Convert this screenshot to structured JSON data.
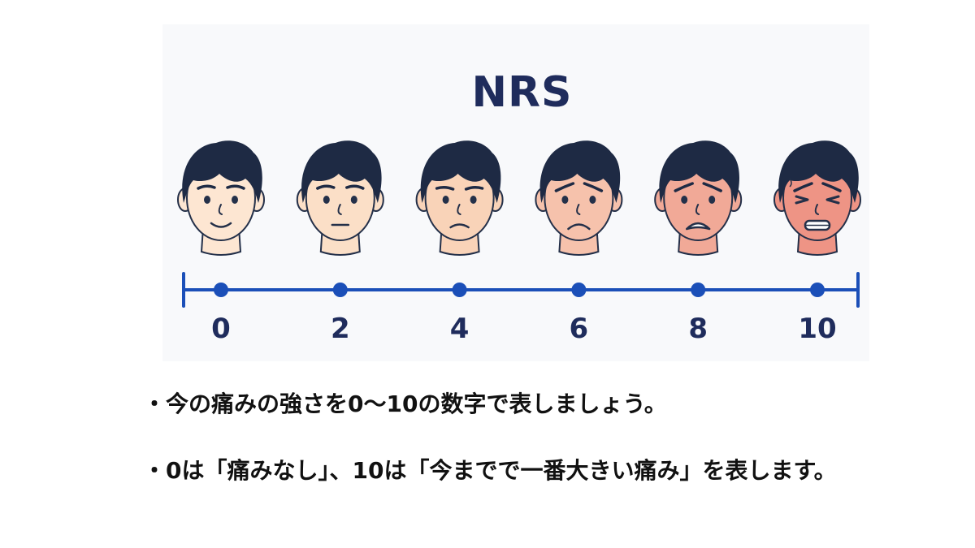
{
  "title": "NRS",
  "scale": {
    "min": 0,
    "max": 10,
    "ticks": [
      {
        "value": 0,
        "label": "0"
      },
      {
        "value": 2,
        "label": "2"
      },
      {
        "value": 4,
        "label": "4"
      },
      {
        "value": 6,
        "label": "6"
      },
      {
        "value": 8,
        "label": "8"
      },
      {
        "value": 10,
        "label": "10"
      }
    ]
  },
  "faces": [
    {
      "value": 0,
      "skin": "#fde6d2",
      "expression": "smile"
    },
    {
      "value": 2,
      "skin": "#fbdfc7",
      "expression": "neutral"
    },
    {
      "value": 4,
      "skin": "#f9d3b8",
      "expression": "slight-frown"
    },
    {
      "value": 6,
      "skin": "#f6c2ac",
      "expression": "worried"
    },
    {
      "value": 8,
      "skin": "#f1a997",
      "expression": "distressed"
    },
    {
      "value": 10,
      "skin": "#ee9485",
      "expression": "crying"
    }
  ],
  "colors": {
    "title": "#1f2c5c",
    "axis": "#1b4fb8",
    "hair": "#1e2a44",
    "outline": "#243049",
    "text": "#111111"
  },
  "notes": [
    "・今の痛みの強さを0〜10の数字で表しましょう。",
    "・0は「痛みなし」、10は「今までで一番大きい痛み」を表します。"
  ]
}
